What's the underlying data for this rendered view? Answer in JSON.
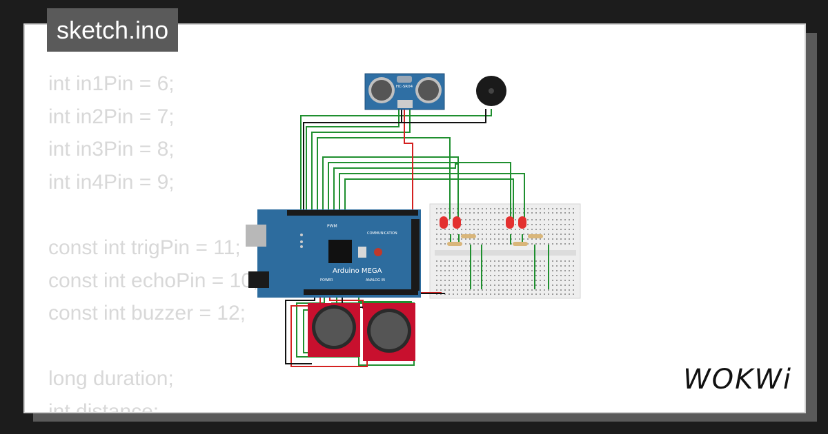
{
  "file_label": "sketch.ino",
  "code_lines": [
    "int in1Pin = 6;",
    "int in2Pin = 7;",
    "int in3Pin = 8;",
    "int in4Pin = 9;",
    "",
    "const int trigPin = 11;",
    "const int echoPin = 10;",
    "const int buzzer = 12;",
    "",
    "long duration;",
    "int distance;"
  ],
  "components": {
    "sensor_label": "HC-SR04",
    "arduino_label": "Arduino MEGA",
    "pwm_label": "PWM",
    "communication_label": "COMMUNICATION",
    "power_label": "POWER",
    "analog_label": "ANALOG IN"
  },
  "logo_text": "WOKWi",
  "colors": {
    "background": "#1c1c1c",
    "card": "#ffffff",
    "label_bg": "#5a5a5a",
    "code_text": "#d8d8d8",
    "arduino_blue": "#2d6c9e",
    "wire_green": "#1f8f2f",
    "wire_red": "#d42020",
    "wire_black": "#111111",
    "joystick_board": "#c8102e",
    "led_red": "#e3302f"
  },
  "icons": [
    "arduino-board",
    "ultrasonic-sensor",
    "buzzer",
    "breadboard",
    "joystick-module",
    "led"
  ]
}
